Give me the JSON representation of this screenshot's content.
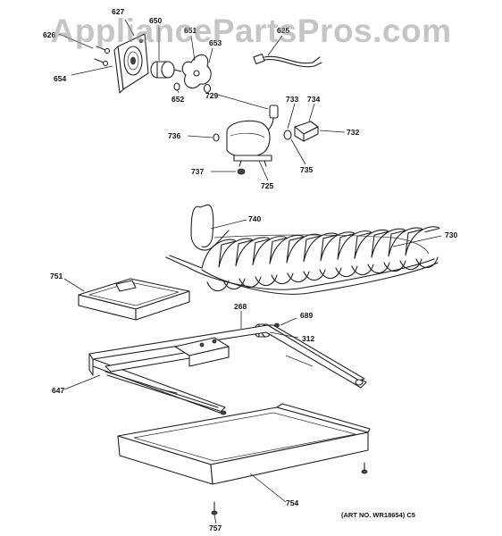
{
  "watermark": "AppliancePartsPros.com",
  "art_number": "(ART NO. WR18654) C5",
  "callouts": {
    "c627": "627",
    "c626": "626",
    "c650": "650",
    "c651": "651",
    "c653": "653",
    "c654": "654",
    "c652": "652",
    "c625": "625",
    "c729": "729",
    "c733": "733",
    "c734": "734",
    "c736": "736",
    "c732": "732",
    "c737": "737",
    "c735": "735",
    "c725": "725",
    "c740": "740",
    "c730": "730",
    "c751": "751",
    "c268": "268",
    "c689": "689",
    "c312": "312",
    "c647": "647",
    "c754": "754",
    "c757": "757"
  }
}
